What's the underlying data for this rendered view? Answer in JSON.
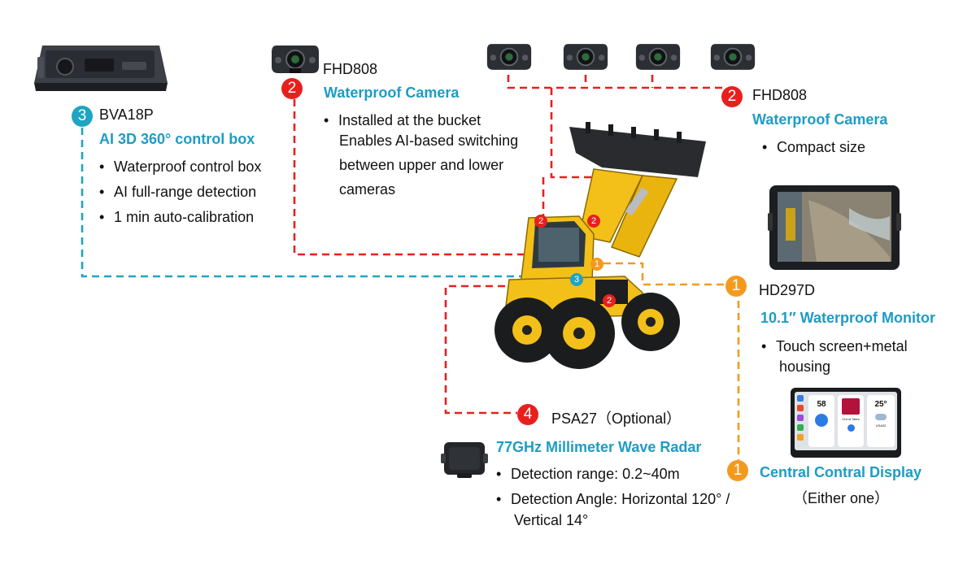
{
  "colors": {
    "red": "#e8201d",
    "orange": "#f39a1e",
    "teal": "#1fa4c2",
    "blue_title": "#1e9cc4",
    "yellow_machine": "#f2c018"
  },
  "control_box": {
    "badge": "3",
    "model": "BVA18P",
    "title": "AI 3D 360° control box",
    "bullets": [
      "Waterproof control box",
      "AI full-range detection",
      "1 min auto-calibration"
    ]
  },
  "bucket_camera": {
    "badge": "2",
    "model": "FHD808",
    "title": "Waterproof Camera",
    "bullets": [
      "Installed at the bucket"
    ],
    "desc_lines": [
      "Enables AI-based switching",
      "between upper and lower",
      "cameras"
    ]
  },
  "compact_camera": {
    "badge": "2",
    "model": "FHD808",
    "title": "Waterproof Camera",
    "bullets": [
      "Compact size"
    ]
  },
  "monitor": {
    "badge": "1",
    "model": "HD297D",
    "title": "10.1″ Waterproof Monitor",
    "bullets": [
      "Touch screen+metal"
    ],
    "cont": "housing"
  },
  "central_display": {
    "badge": "1",
    "title": "Central Contral Display",
    "note": "（Either one）",
    "screen": {
      "speed": "58",
      "temp": "25°",
      "song": "Out of Tales",
      "loc": "USA02"
    }
  },
  "radar": {
    "badge": "4",
    "model": "PSA27（Optional）",
    "title": "77GHz Millimeter Wave Radar",
    "bullets": [
      "Detection range: 0.2~40m",
      "Detection Angle: Horizontal 120° /"
    ],
    "cont": "Vertical 14°"
  },
  "machine_markers": [
    {
      "label": "2",
      "kind": "red"
    },
    {
      "label": "2",
      "kind": "red"
    },
    {
      "label": "1",
      "kind": "orange"
    },
    {
      "label": "3",
      "kind": "teal"
    },
    {
      "label": "2",
      "kind": "red"
    }
  ],
  "icons": [
    "camera-icon",
    "control-box-icon",
    "monitor-icon",
    "display-icon",
    "radar-icon",
    "loader-icon"
  ]
}
